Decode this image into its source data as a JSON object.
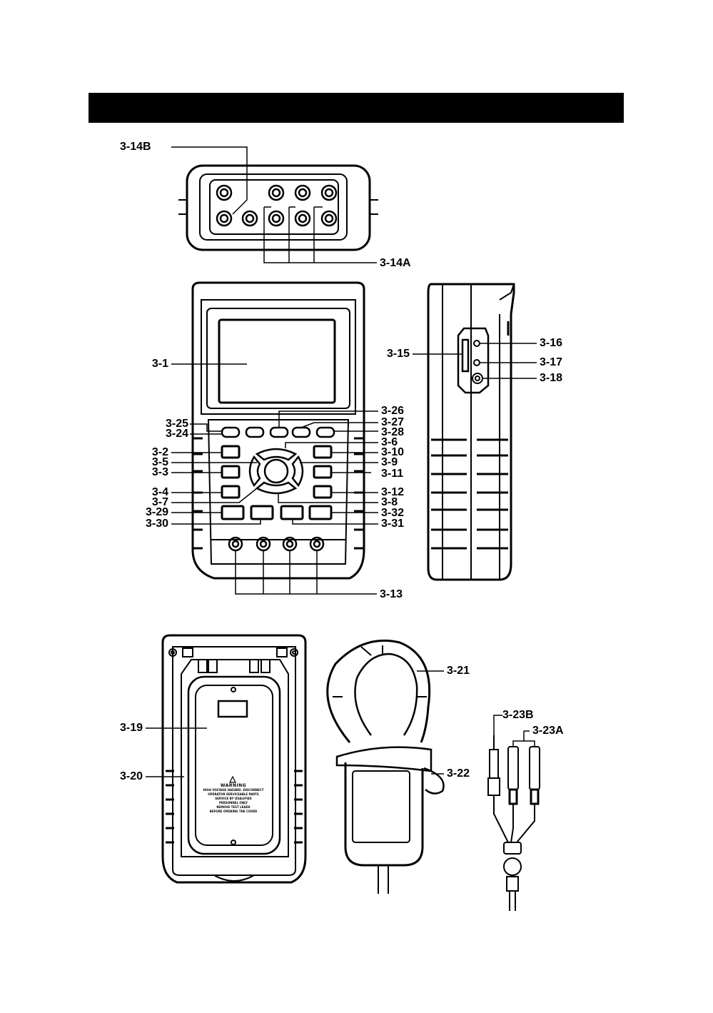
{
  "labels": {
    "l3_14B": "3-14B",
    "l3_14A": "3-14A",
    "l3_1": "3-1",
    "l3_25": "3-25",
    "l3_24": "3-24",
    "l3_2": "3-2",
    "l3_5": "3-5",
    "l3_3": "3-3",
    "l3_4": "3-4",
    "l3_7": "3-7",
    "l3_29": "3-29",
    "l3_30": "3-30",
    "l3_26": "3-26",
    "l3_27": "3-27",
    "l3_28": "3-28",
    "l3_6": "3-6",
    "l3_10": "3-10",
    "l3_9": "3-9",
    "l3_11": "3-11",
    "l3_12": "3-12",
    "l3_8": "3-8",
    "l3_32": "3-32",
    "l3_31": "3-31",
    "l3_13": "3-13",
    "l3_15": "3-15",
    "l3_16": "3-16",
    "l3_17": "3-17",
    "l3_18": "3-18",
    "l3_19": "3-19",
    "l3_20": "3-20",
    "l3_21": "3-21",
    "l3_22": "3-22",
    "l3_23B": "3-23B",
    "l3_23A": "3-23A"
  },
  "warning": {
    "title": "WARNING",
    "lines": [
      "HIGH VOLTAGE HAZARD. DISCONNECT",
      "OPERATOR SERVICEABLE PARTS",
      "SERVICE BY QUALIFIED",
      "PERSONNEL ONLY",
      "REMOVE TEST LEADS",
      "BEFORE OPENING THE COVER"
    ]
  },
  "colors": {
    "ink": "#000000",
    "paper": "#ffffff"
  }
}
